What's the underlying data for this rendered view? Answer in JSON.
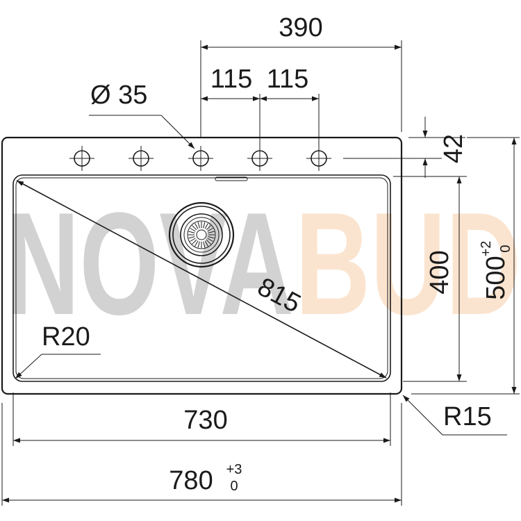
{
  "watermark": {
    "part1": "NOVA",
    "part2": "BUD",
    "color1": "#9e9e9e",
    "color2": "#f7c9a0"
  },
  "dimensions": {
    "d390": "390",
    "d115a": "115",
    "d115b": "115",
    "hole": "Ø 35",
    "d42": "42",
    "d400": "400",
    "d500": "500",
    "d500_tol_plus": "+2",
    "d500_tol_minus": "0",
    "diag": "815",
    "r20": "R20",
    "r15": "R15",
    "d730": "730",
    "d780": "780",
    "d780_tol_plus": "+3",
    "d780_tol_minus": "0"
  },
  "colors": {
    "line": "#1a1a1a",
    "background": "#ffffff"
  }
}
